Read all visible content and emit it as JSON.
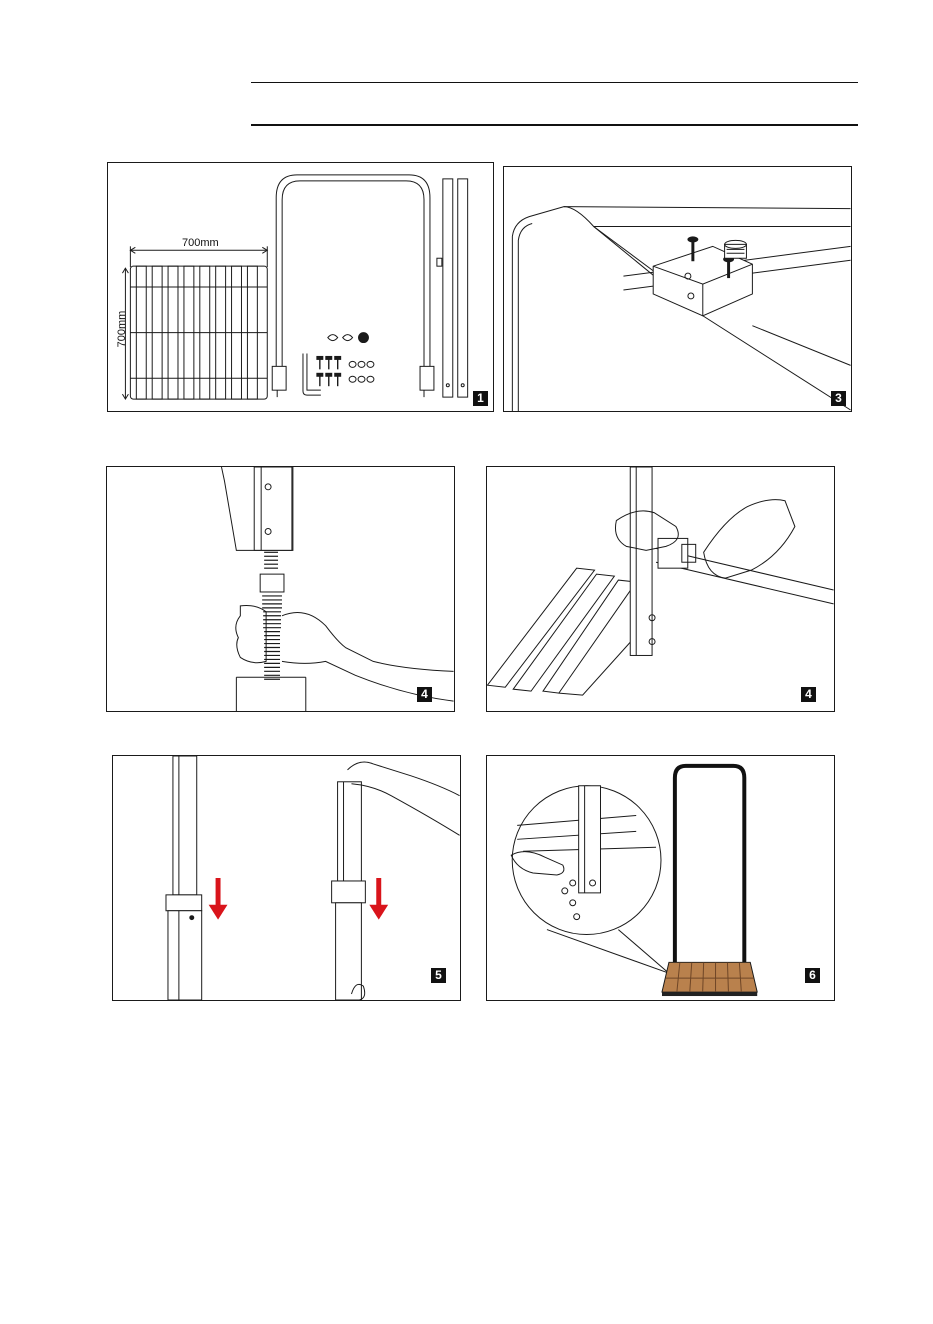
{
  "panels": [
    {
      "step": "1",
      "dim_width": "700mm",
      "dim_height": "700mm"
    },
    {
      "step": "3"
    },
    {
      "step": "4"
    },
    {
      "step": "4"
    },
    {
      "step": "5"
    },
    {
      "step": "6"
    }
  ],
  "colors": {
    "line": "#1a1a1a",
    "arrow": "#d9141b",
    "wood": "#b9814d",
    "frame": "#111111"
  }
}
